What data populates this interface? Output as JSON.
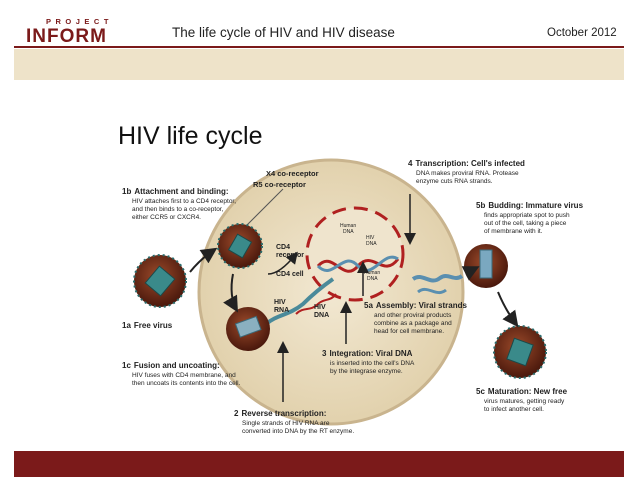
{
  "header": {
    "logo": {
      "line1": "PROJECT",
      "line2": "INFORM"
    },
    "title": "The life cycle of HIV and HIV disease",
    "date": "October 2012"
  },
  "slide": {
    "title": "HIV life cycle"
  },
  "diagram": {
    "receptor_labels": [
      "X4 co-receptor",
      "R5 co-receptor"
    ],
    "cell_labels": {
      "cd4_receptor": [
        "CD4",
        "receptor"
      ],
      "cd4_cell": "CD4 cell",
      "hiv_rna": [
        "HIV",
        "RNA"
      ],
      "hiv_dna": [
        "HIV",
        "DNA"
      ],
      "human_dna_top": [
        "Human",
        "DNA"
      ],
      "hiv_dna_small": [
        "HIV",
        "DNA"
      ],
      "human_dna_bottom": [
        "Human",
        "DNA"
      ]
    },
    "steps": {
      "s1b": {
        "num": "1b",
        "title": "Attachment and binding:",
        "lines": [
          "HIV attaches first to a CD4 receptor,",
          "and then binds to a co-receptor,",
          "either CCR5 or CXCR4."
        ]
      },
      "s1a": {
        "num": "1a",
        "title": "Free virus",
        "lines": []
      },
      "s1c": {
        "num": "1c",
        "title": "Fusion and uncoating:",
        "lines": [
          "HIV fuses with CD4 membrane, and",
          "then uncoats its contents into the cell."
        ]
      },
      "s2": {
        "num": "2",
        "title": "Reverse transcription:",
        "lines": [
          "Single strands of HIV RNA are",
          "converted into DNA by the RT enzyme."
        ]
      },
      "s3": {
        "num": "3",
        "title": "Integration: Viral DNA",
        "lines": [
          "is inserted into the cell's DNA",
          "by the integrase enzyme."
        ]
      },
      "s4": {
        "num": "4",
        "title": "Transcription: Cell's infected",
        "lines": [
          "DNA makes proviral RNA. Protease",
          "enzyme cuts RNA strands."
        ]
      },
      "s5a": {
        "num": "5a",
        "title": "Assembly: Viral strands",
        "lines": [
          "and other proviral products",
          "combine as a package and",
          "head for cell membrane."
        ]
      },
      "s5b": {
        "num": "5b",
        "title": "Budding: Immature virus",
        "lines": [
          "finds appropriate spot to push",
          "out of the cell, taking a piece",
          "of membrane with it."
        ]
      },
      "s5c": {
        "num": "5c",
        "title": "Maturation: New free",
        "lines": [
          "virus matures, getting ready",
          "to infect another cell."
        ]
      }
    }
  },
  "colors": {
    "brand_maroon": "#7b1a1a",
    "tan_band": "#eee3c9",
    "cell_fill": "#e8dcc4",
    "cell_border": "#c9b48e",
    "virus_dark": "#5a1e10",
    "capsid_teal": "#3a8a8a",
    "dna_red": "#b02020",
    "rna_blue": "#5a8fb0",
    "arrow": "#222222"
  }
}
